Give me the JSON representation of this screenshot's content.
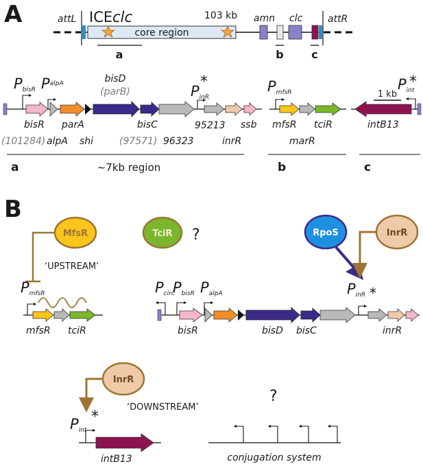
{
  "panels": {
    "a": "A",
    "b": "B"
  },
  "top_map": {
    "attL": "attL",
    "attR": "attR",
    "ice_name": "ICE",
    "ice_suffix": "clc",
    "size": "103 kb",
    "core": "core region",
    "amn": "amn",
    "clc": "clc",
    "mark_a": "a",
    "mark_b": "b",
    "mark_c": "c"
  },
  "regions": {
    "a": {
      "genes": {
        "bisR": "bisR",
        "alpA": "alpA",
        "parA": "parA",
        "shi": "shi",
        "bisD": "bisD",
        "parB": "(parB)",
        "bisC": "bisC",
        "id97571": "(97571)",
        "id96323": "96323",
        "id95213": "95213",
        "inrR": "inrR",
        "ssb": "ssb",
        "id101284": "(101284)"
      },
      "promoters": {
        "bisR": "bisR",
        "alpA": "alpA",
        "inR": "inR"
      },
      "letter": "a",
      "caption": "~7kb region"
    },
    "b": {
      "genes": {
        "mfsR": "mfsR",
        "tciR": "tciR",
        "marR": "marR"
      },
      "promoters": {
        "mfsR": "mfsR"
      },
      "letter": "b"
    },
    "c": {
      "genes": {
        "intB13": "intB13"
      },
      "promoters": {
        "int": "int"
      },
      "scale": "1 kb",
      "letter": "c"
    }
  },
  "model": {
    "P": "P",
    "star": "*",
    "nodes": {
      "MfsR": "MfsR",
      "TciR": "TciR",
      "RpoS": "RpoS",
      "InrR_top": "InrR",
      "InrR_bottom": "InrR"
    },
    "question": "?",
    "upstream": "‘UPSTREAM’",
    "downstream": "‘DOWNSTREAM’",
    "promoters": {
      "mfsR": "mfsR",
      "circ": "circ",
      "bisR": "bisR",
      "alpA": "alpA",
      "inR": "inR",
      "int": "int"
    },
    "genes": {
      "mfsR": "mfsR",
      "tciR": "tciR",
      "bisR": "bisR",
      "bisD": "bisD",
      "bisC": "bisC",
      "inrR": "inrR",
      "intB13": "intB13"
    },
    "conjugation": "conjugation system"
  },
  "colors": {
    "pink": "#f4b6c8",
    "grey": "#b9b9b9",
    "orange": "#f28d2a",
    "purple": "#3c2a8a",
    "tan": "#efc9a8",
    "yellow": "#fbc51b",
    "green": "#7ab72c",
    "maroon": "#8e1351",
    "lavender": "#8a82c8",
    "blue": "#1f8fe0",
    "brown": "#9c7533"
  }
}
